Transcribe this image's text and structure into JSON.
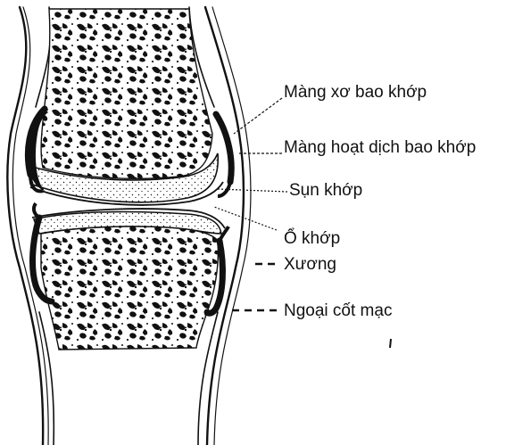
{
  "labels": {
    "fibrous_capsule": "Màng xơ bao khớp",
    "synovial_membrane": "Màng hoạt dịch bao khớp",
    "articular_cartilage": "Sụn khớp",
    "joint_cavity": "Ổ khớp",
    "bone": "Xương",
    "periosteum": "Ngoại cốt mạc"
  },
  "colors": {
    "ink": "#111111",
    "paper": "#ffffff"
  }
}
